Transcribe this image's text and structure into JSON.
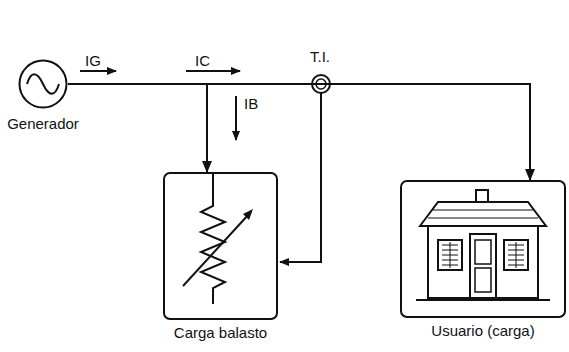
{
  "diagram": {
    "nodes": [
      {
        "text": [
          "Generador"
        ]
      },
      {
        "text": [
          "Carga balasto"
        ]
      },
      {
        "text": [
          "Usuario (carga)"
        ]
      }
    ],
    "edges": [
      {
        "from": 0,
        "to": 2,
        "arrow": "to"
      },
      {
        "from": 0,
        "to": 1,
        "arrow": "to"
      }
    ],
    "labels": [
      "IG",
      "IC",
      "IB",
      "T.I."
    ]
  }
}
